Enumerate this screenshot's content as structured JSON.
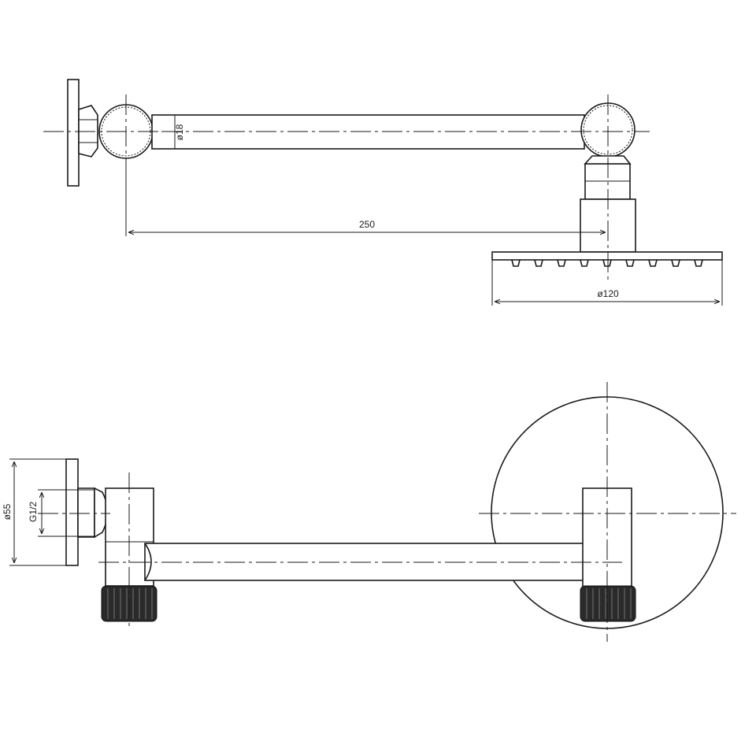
{
  "dimensions": {
    "arm_length": "250",
    "arm_diameter": "ø18",
    "head_diameter": "ø120",
    "flange_diameter": "ø55",
    "thread": "G1/2"
  }
}
